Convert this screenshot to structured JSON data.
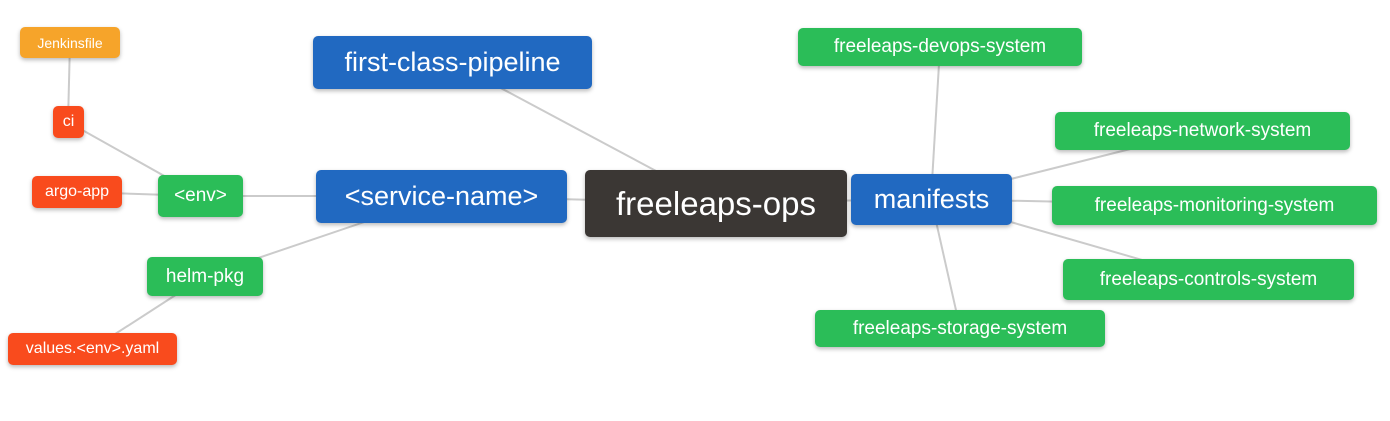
{
  "diagram": {
    "type": "mindmap",
    "root_id": "freeleaps_ops",
    "colors": {
      "root_node": "#3B3734",
      "branch_node_blue": "#2169C1",
      "leaf_green": "#2BBD58",
      "leaf_red": "#F94B1D",
      "leaf_orange": "#F6A42A",
      "edge": "#CBCBCB",
      "node_text": "#FFFFFF",
      "background": "#FFFFFF"
    }
  },
  "nodes": {
    "freeleaps_ops": {
      "label": "freeleaps-ops"
    },
    "first_class_pipeline": {
      "label": "first-class-pipeline"
    },
    "service_name": {
      "label": "<service-name>"
    },
    "manifests": {
      "label": "manifests"
    },
    "env": {
      "label": "<env>"
    },
    "helm_pkg": {
      "label": "helm-pkg"
    },
    "ci": {
      "label": "ci"
    },
    "argo_app": {
      "label": "argo-app"
    },
    "jenkinsfile": {
      "label": "Jenkinsfile"
    },
    "values_env_yaml": {
      "label": "values.<env>.yaml"
    },
    "devops_system": {
      "label": "freeleaps-devops-system"
    },
    "network_system": {
      "label": "freeleaps-network-system"
    },
    "monitoring_system": {
      "label": "freeleaps-monitoring-system"
    },
    "controls_system": {
      "label": "freeleaps-controls-system"
    },
    "storage_system": {
      "label": "freeleaps-storage-system"
    }
  },
  "edges": [
    [
      "jenkinsfile",
      "ci"
    ],
    [
      "ci",
      "env"
    ],
    [
      "argo_app",
      "env"
    ],
    [
      "env",
      "service_name"
    ],
    [
      "helm_pkg",
      "service_name"
    ],
    [
      "values_env_yaml",
      "helm_pkg"
    ],
    [
      "first_class_pipeline",
      "freeleaps_ops"
    ],
    [
      "service_name",
      "freeleaps_ops"
    ],
    [
      "freeleaps_ops",
      "manifests"
    ],
    [
      "manifests",
      "devops_system"
    ],
    [
      "manifests",
      "network_system"
    ],
    [
      "manifests",
      "monitoring_system"
    ],
    [
      "manifests",
      "controls_system"
    ],
    [
      "manifests",
      "storage_system"
    ]
  ]
}
